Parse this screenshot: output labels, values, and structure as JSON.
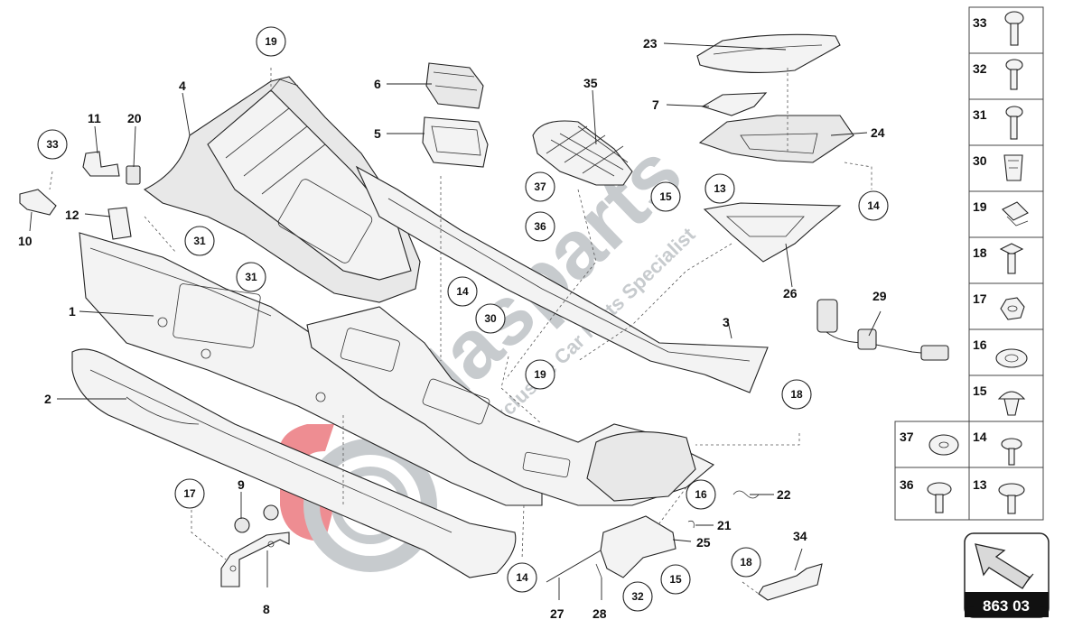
{
  "page": {
    "diagram_code": "863 03"
  },
  "watermark": {
    "brand": "Masparts",
    "tagline": "Exclusive Car Parts Specialist"
  },
  "part_labels": [
    "1",
    "2",
    "3",
    "4",
    "5",
    "6",
    "7",
    "8",
    "9",
    "10",
    "11",
    "12",
    "20",
    "21",
    "22",
    "23",
    "24",
    "25",
    "26",
    "27",
    "28",
    "29",
    "34",
    "35"
  ],
  "callouts": [
    "33",
    "31",
    "31",
    "19",
    "19",
    "18",
    "18",
    "17",
    "16",
    "15",
    "15",
    "14",
    "14",
    "14",
    "14",
    "13",
    "30",
    "32",
    "36",
    "37"
  ],
  "legend": {
    "right_column": [
      "33",
      "32",
      "31",
      "30",
      "19",
      "18",
      "17",
      "16",
      "15",
      "14",
      "13"
    ],
    "left_column": [
      "37",
      "36"
    ]
  },
  "colors": {
    "watermark_red": "#e0303a",
    "watermark_gray": "#9aa0a6",
    "line": "#222222"
  }
}
